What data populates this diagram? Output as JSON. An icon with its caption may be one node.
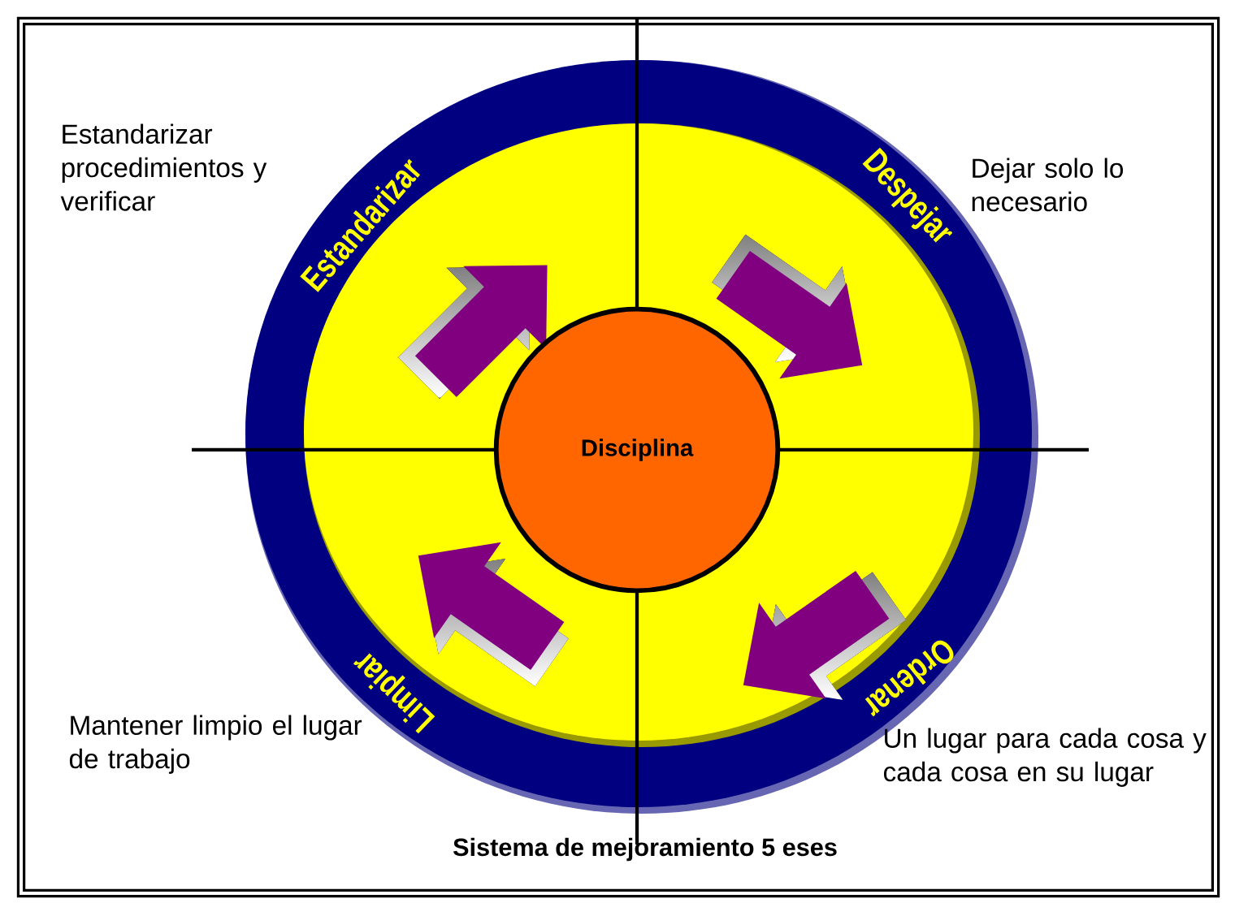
{
  "diagram": {
    "caption": "Sistema de mejoramiento 5 eses",
    "nodes": [
      {
        "text": [
          "Disciplina"
        ]
      }
    ],
    "labels": [
      "Estandarizar procedimientos y verificar",
      "Despejar",
      "Dejar solo lo necesario",
      "Estandarizar",
      "Ordenar",
      "Limpiar",
      "Mantener limpio el lugar de trabajo",
      "Un lugar para cada cosa y cada cosa en su lugar"
    ]
  }
}
